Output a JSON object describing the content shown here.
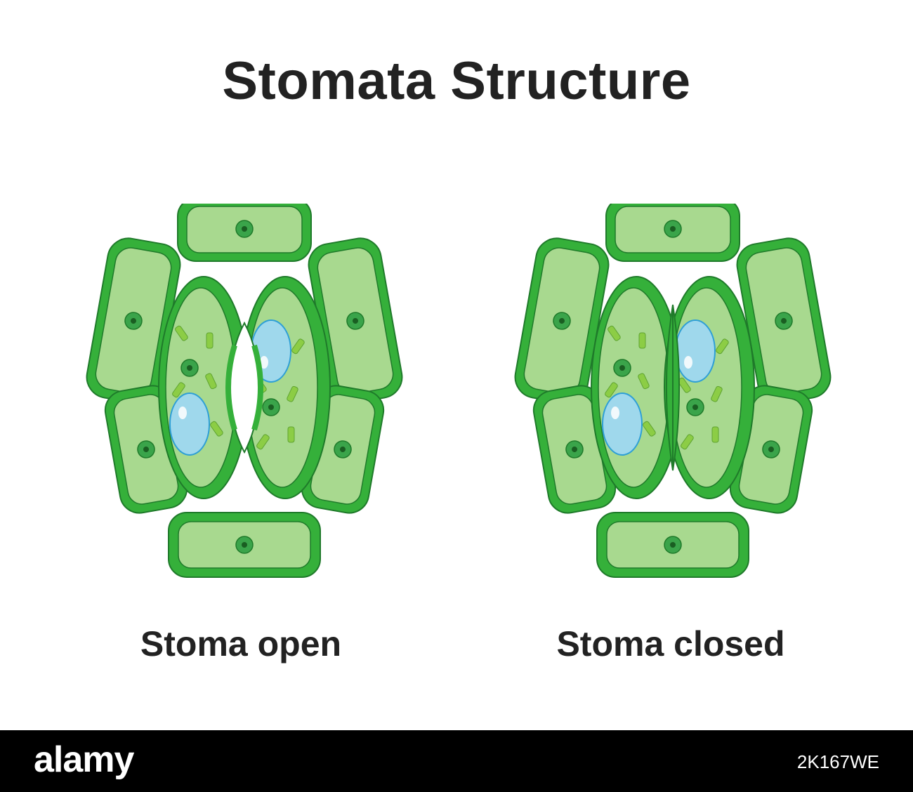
{
  "title": "Stomata Structure",
  "panels": [
    {
      "state": "open",
      "label": "Stoma open"
    },
    {
      "state": "closed",
      "label": "Stoma closed"
    }
  ],
  "colors": {
    "cell_fill": "#a8d98f",
    "cell_wall": "#35b03a",
    "outline": "#1f7a2a",
    "nucleus": "#3aa44a",
    "chloroplast": "#8ccd45",
    "vacuole": "#9fd8ec",
    "vacuole_edge": "#2e9fd6"
  },
  "footer": {
    "brand": "alamy",
    "stock_id": "2K167WE"
  }
}
